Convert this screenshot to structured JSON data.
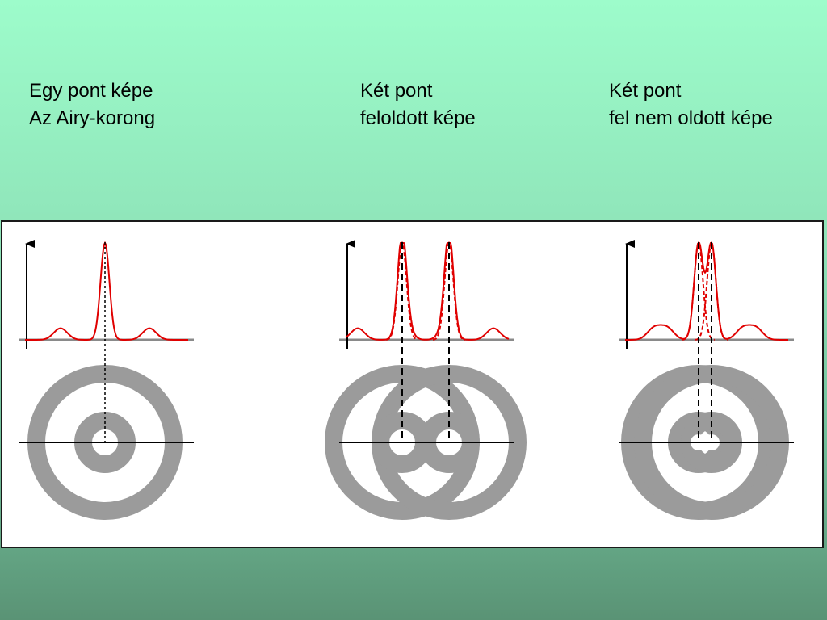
{
  "captions": [
    {
      "line1": "Egy pont képe",
      "line2": "Az Airy-korong"
    },
    {
      "line1": "Két pont",
      "line2": "feloldott képe"
    },
    {
      "line1": "Két pont",
      "line2": "fel nem oldott képe"
    }
  ],
  "colors": {
    "ring": "#9b9b9b",
    "curve": "#e00000",
    "axis": "#000000",
    "baseline": "#8a8a8a",
    "panel": "#ffffff"
  }
}
